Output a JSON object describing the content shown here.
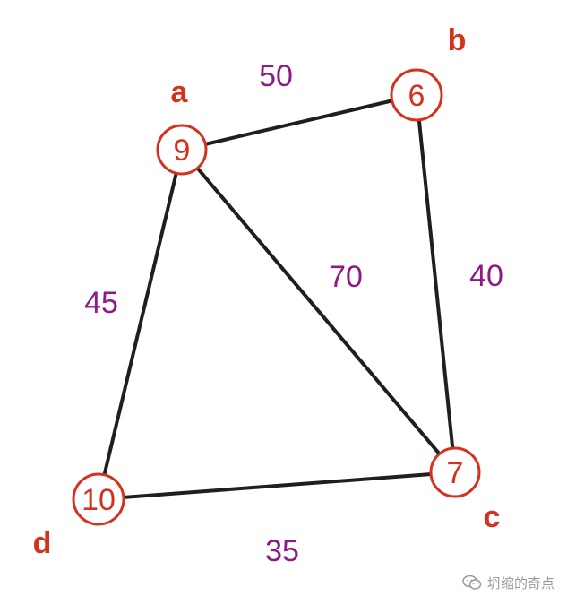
{
  "colors": {
    "node": "#d4321e",
    "weight": "#8e1a86",
    "edge": "#1f1f1f"
  },
  "nodes": [
    {
      "id": "a",
      "name": "a",
      "value": "9"
    },
    {
      "id": "b",
      "name": "b",
      "value": "6"
    },
    {
      "id": "c",
      "name": "c",
      "value": "7"
    },
    {
      "id": "d",
      "name": "d",
      "value": "10"
    }
  ],
  "edges": [
    {
      "from": "a",
      "to": "b",
      "weight": "50"
    },
    {
      "from": "b",
      "to": "c",
      "weight": "40"
    },
    {
      "from": "a",
      "to": "c",
      "weight": "70"
    },
    {
      "from": "a",
      "to": "d",
      "weight": "45"
    },
    {
      "from": "d",
      "to": "c",
      "weight": "35"
    }
  ],
  "watermark": {
    "icon": "wechat-icon",
    "text": "坍缩的奇点"
  }
}
